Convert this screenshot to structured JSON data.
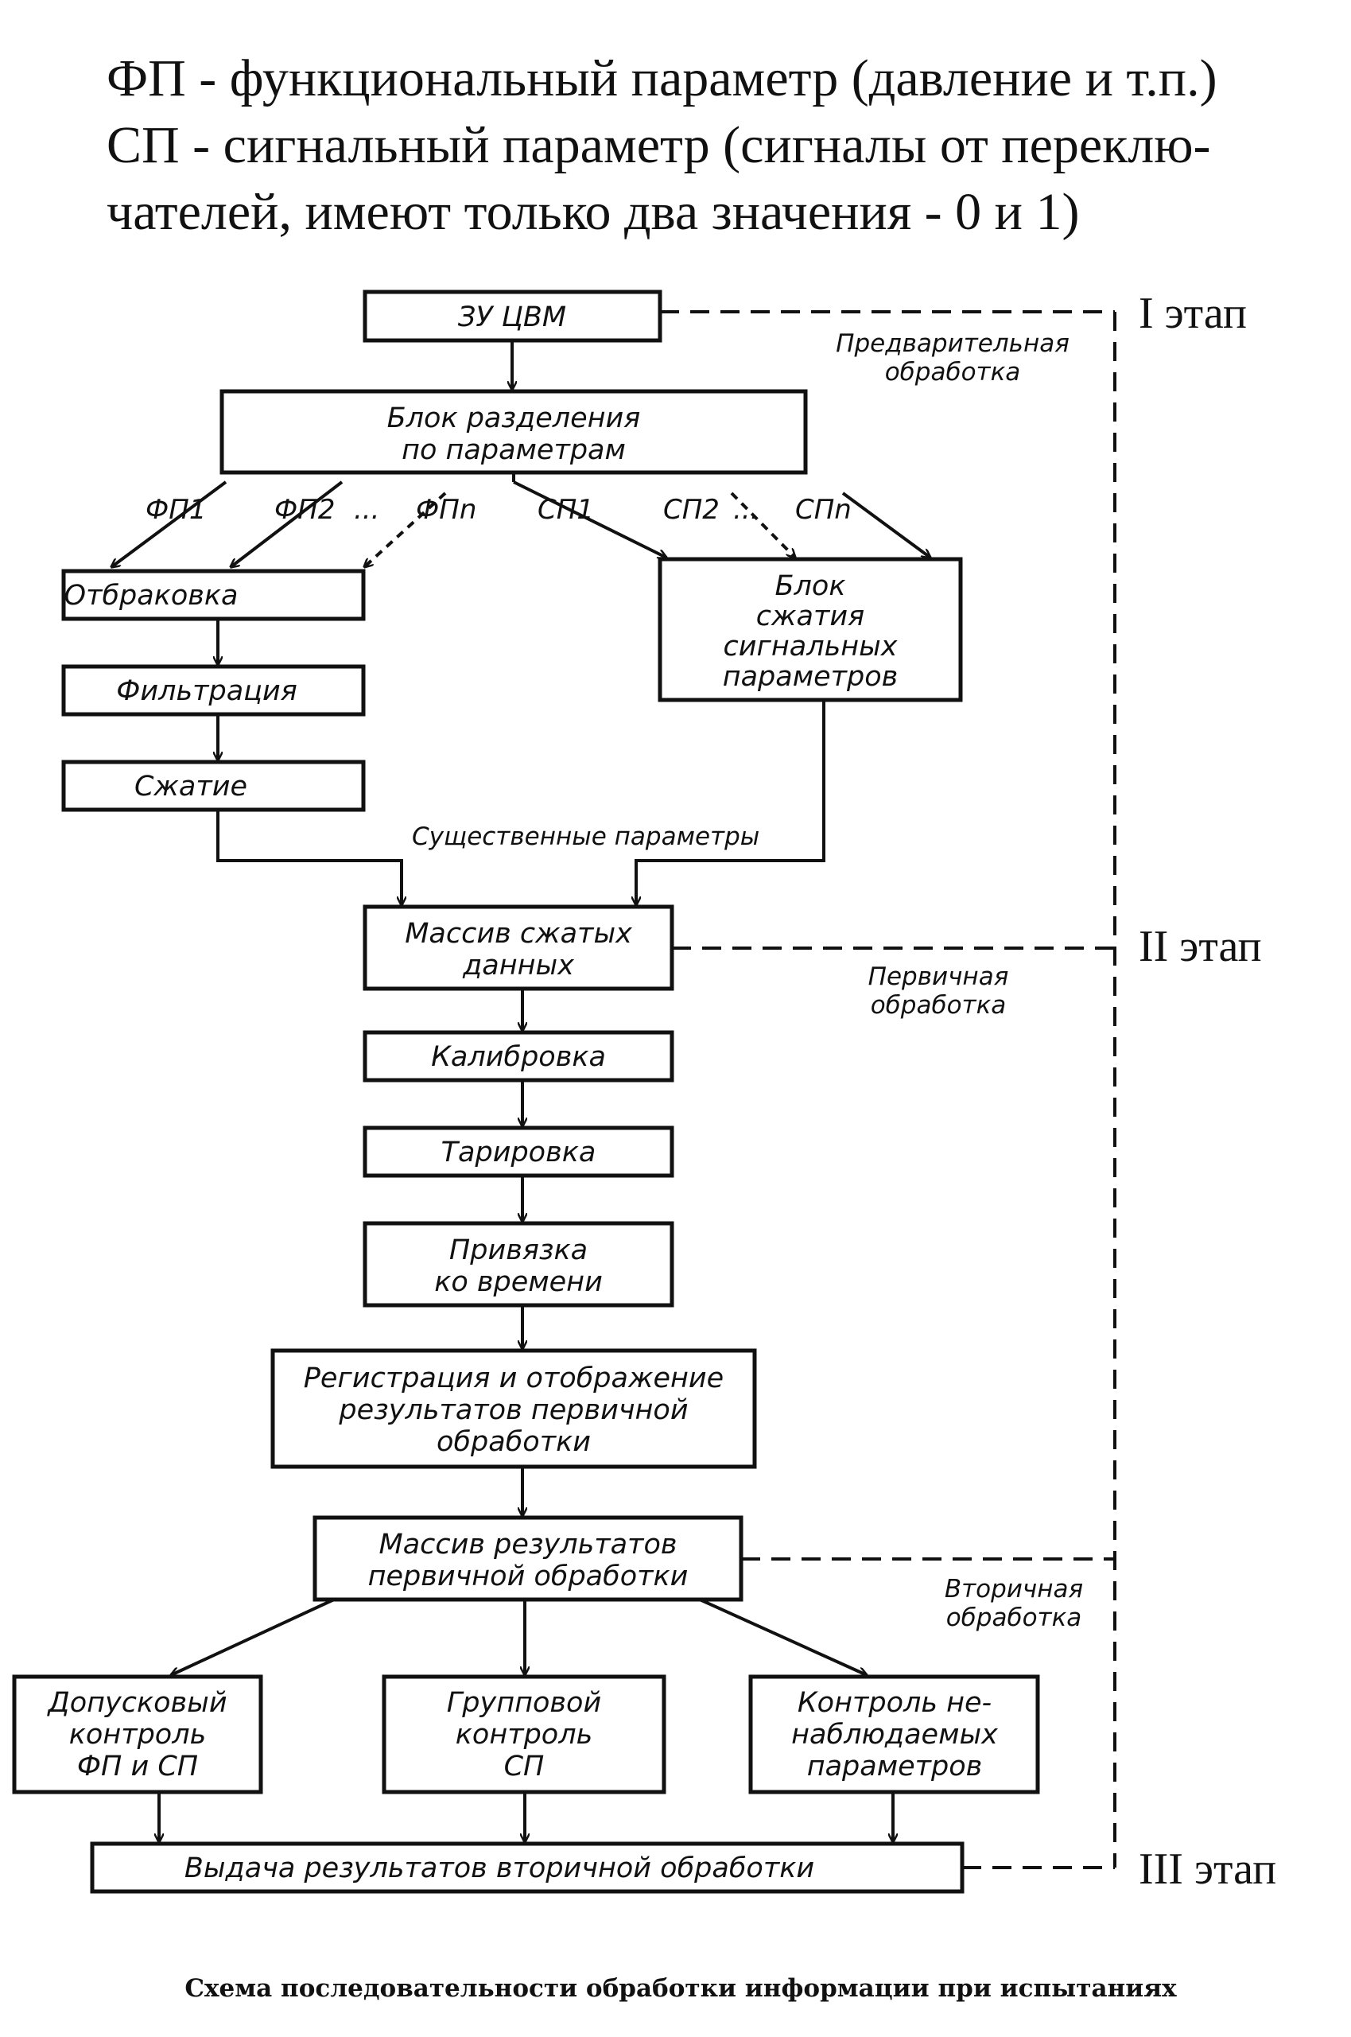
{
  "legend": {
    "line1": "ФП - функциональный параметр (давление и т.п.)",
    "line2": "СП - сигнальный параметр (сигналы от переклю-",
    "line3": "чателей, имеют только два значения - 0 и 1)"
  },
  "stages": {
    "stage1": "I этап",
    "stage2": "II этап",
    "stage3": "III этап"
  },
  "notes": {
    "prelim_1": "Предварительная",
    "prelim_2": "обработка",
    "primary_1": "Первичная",
    "primary_2": "обработка",
    "secondary_1": "Вторичная",
    "secondary_2": "обработка",
    "essential": "Существенные параметры"
  },
  "boxes": {
    "zu": [
      "ЗУ ЦВМ"
    ],
    "split": [
      "Блок разделения",
      "по параметрам"
    ],
    "reject": [
      "Отбраковка"
    ],
    "filter": [
      "Фильтрация"
    ],
    "compress": [
      "Сжатие"
    ],
    "signal_compress": [
      "Блок",
      "сжатия",
      "сигнальных",
      "параметров"
    ],
    "array": [
      "Массив сжатых",
      "данных"
    ],
    "calib": [
      "Калибровка"
    ],
    "tariff": [
      "Тарировка"
    ],
    "time": [
      "Привязка",
      "ко времени"
    ],
    "register": [
      "Регистрация и отображение",
      "результатов первичной",
      "обработки"
    ],
    "result_array": [
      "Массив результатов",
      "первичной обработки"
    ],
    "tolerance": [
      "Допусковый",
      "контроль",
      "ФП и СП"
    ],
    "group": [
      "Групповой",
      "контроль",
      "СП"
    ],
    "unobserved": [
      "Контроль не-",
      "наблюдаемых",
      "параметров"
    ],
    "output": [
      "Выдача результатов вторичной обработки"
    ]
  },
  "params": {
    "fp1": "ФП1",
    "fp2": "ФП2",
    "dots1": "...",
    "fpn": "ФПn",
    "sp1": "СП1",
    "sp2": "СП2",
    "dots2": "...",
    "spn": "СПn"
  },
  "caption": "Схема последовательности обработки информации при испытаниях"
}
